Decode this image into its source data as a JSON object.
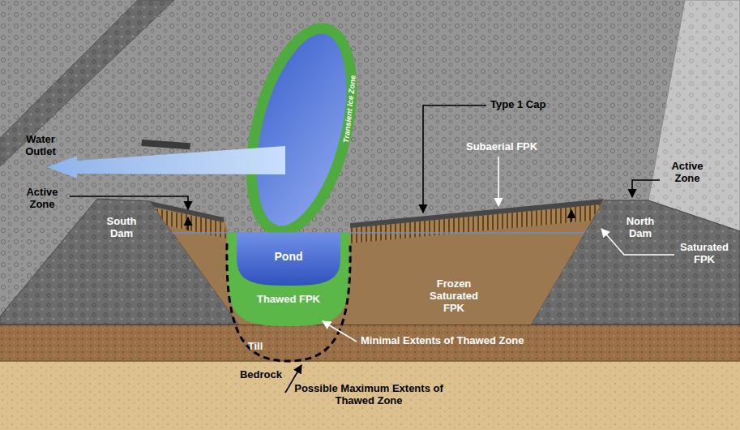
{
  "diagram": {
    "labels": [
      "Water Outlet",
      "Transient Ice Zone",
      "Type 1 Cap",
      "Active Zone",
      "Active Zone",
      "Subaerial FPK",
      "South Dam",
      "North Dam",
      "Pond",
      "Frozen Saturated FPK",
      "Saturated FPK",
      "Thawed FPK",
      "Till",
      "Minimal Extents of Thawed Zone",
      "Bedrock",
      "Possible Maximum Extents of Thawed Zone"
    ]
  }
}
